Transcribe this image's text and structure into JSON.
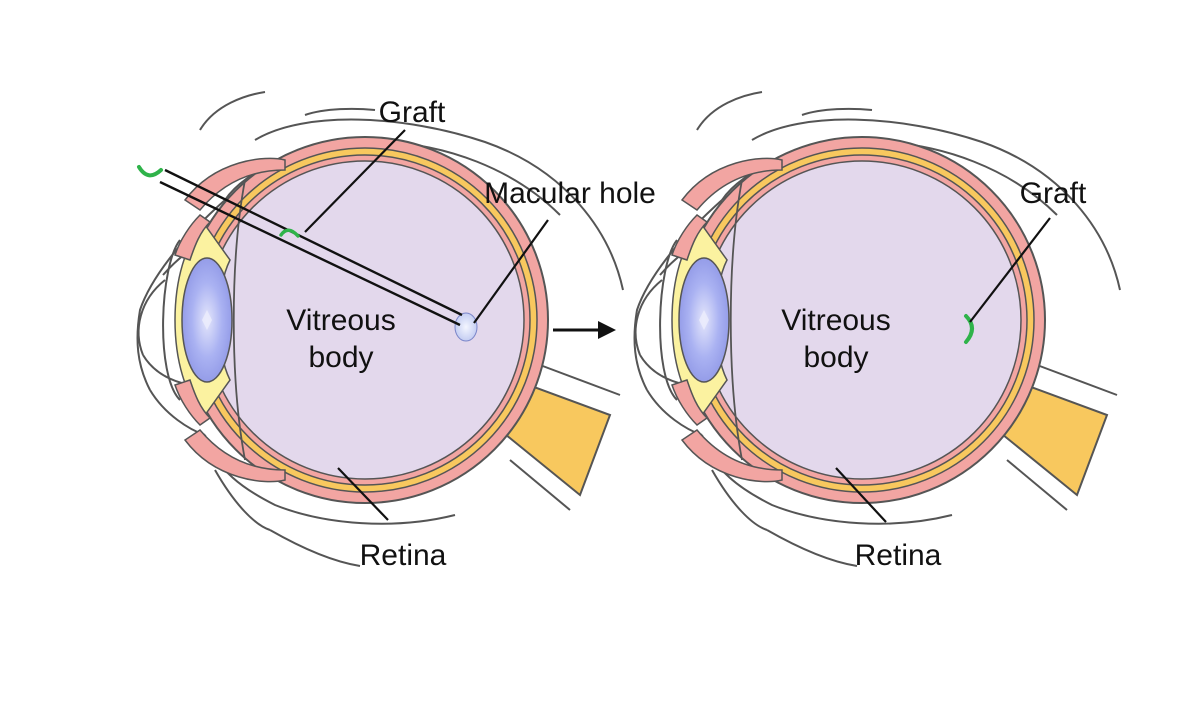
{
  "colors": {
    "vitreous": "#e3d8ec",
    "retina": "#f2a5a2",
    "choroid": "#f8c85e",
    "lens": "#9ea8f0",
    "ciliary": "#fbf2a0",
    "graft": "#2fb34a",
    "outline": "#555555"
  },
  "left_eye": {
    "label_graft": "Graft",
    "label_macular_hole": "Macular hole",
    "label_vitreous_line1": "Vitreous",
    "label_vitreous_line2": "body",
    "label_retina": "Retina"
  },
  "right_eye": {
    "label_graft": "Graft",
    "label_vitreous_line1": "Vitreous",
    "label_vitreous_line2": "body",
    "label_retina": "Retina"
  }
}
